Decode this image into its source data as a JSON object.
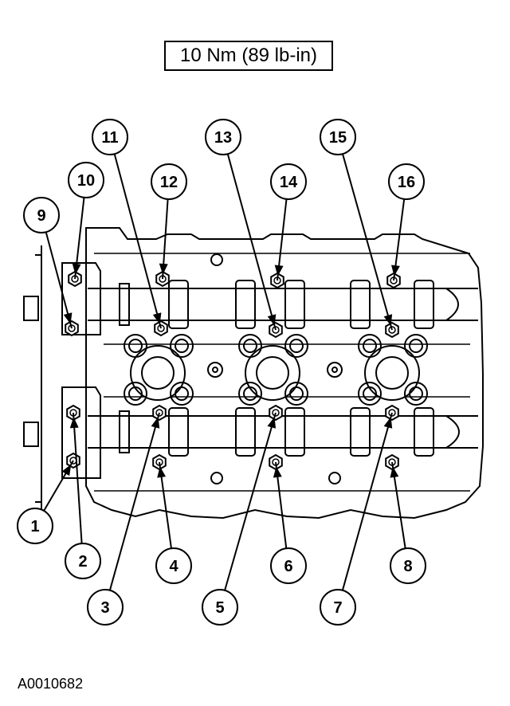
{
  "header": {
    "torque_spec": "10 Nm (89 lb-in)"
  },
  "footer": {
    "reference_id": "A0010682"
  },
  "callouts": [
    "1",
    "2",
    "3",
    "4",
    "5",
    "6",
    "7",
    "8",
    "9",
    "10",
    "11",
    "12",
    "13",
    "14",
    "15",
    "16"
  ]
}
